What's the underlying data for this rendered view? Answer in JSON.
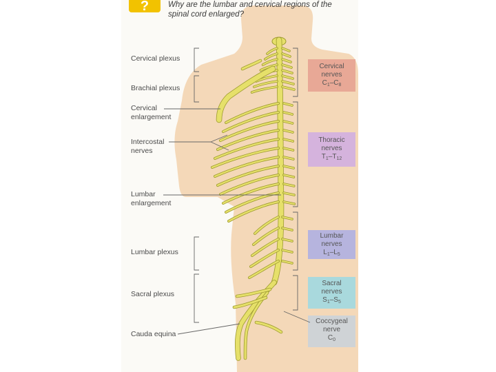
{
  "question": {
    "badge": "?",
    "text": "Why are the lumbar and cervical regions of the spinal cord enlarged?"
  },
  "left_labels": {
    "cervical_plexus": "Cervical plexus",
    "brachial_plexus": "Brachial plexus",
    "cervical_enlargement": [
      "Cervical",
      "enlargement"
    ],
    "intercostal_nerves": [
      "Intercostal",
      "nerves"
    ],
    "lumbar_enlargement": [
      "Lumbar",
      "enlargement"
    ],
    "lumbar_plexus": "Lumbar plexus",
    "sacral_plexus": "Sacral plexus",
    "cauda_equina": "Cauda equina"
  },
  "nerve_groups": [
    {
      "id": "cervical",
      "line1": "Cervical",
      "line2": "nerves",
      "range": {
        "a": "C",
        "a_sub": "1",
        "sep": "–",
        "b": "C",
        "b_sub": "8"
      },
      "color": "#e8a896"
    },
    {
      "id": "thoracic",
      "line1": "Thoracic",
      "line2": "nerves",
      "range": {
        "a": "T",
        "a_sub": "1",
        "sep": "–",
        "b": "T",
        "b_sub": "12"
      },
      "color": "#d5b3dd"
    },
    {
      "id": "lumbar",
      "line1": "Lumbar",
      "line2": "nerves",
      "range": {
        "a": "L",
        "a_sub": "1",
        "sep": "–",
        "b": "L",
        "b_sub": "5"
      },
      "color": "#b6b4de"
    },
    {
      "id": "sacral",
      "line1": "Sacral",
      "line2": "nerves",
      "range": {
        "a": "S",
        "a_sub": "1",
        "sep": "–",
        "b": "S",
        "b_sub": "5"
      },
      "color": "#a9d9dd"
    },
    {
      "id": "coccygeal",
      "line1": "Coccygeal",
      "line2": "nerve",
      "range": {
        "a": "C",
        "a_sub": "0",
        "sep": "",
        "b": "",
        "b_sub": ""
      },
      "color": "#cfd3d6"
    }
  ],
  "colors": {
    "body": "#f4d8b8",
    "nerve": "#e6e06a",
    "nerve_stroke": "#9c9a2e",
    "badge": "#f2c200"
  }
}
